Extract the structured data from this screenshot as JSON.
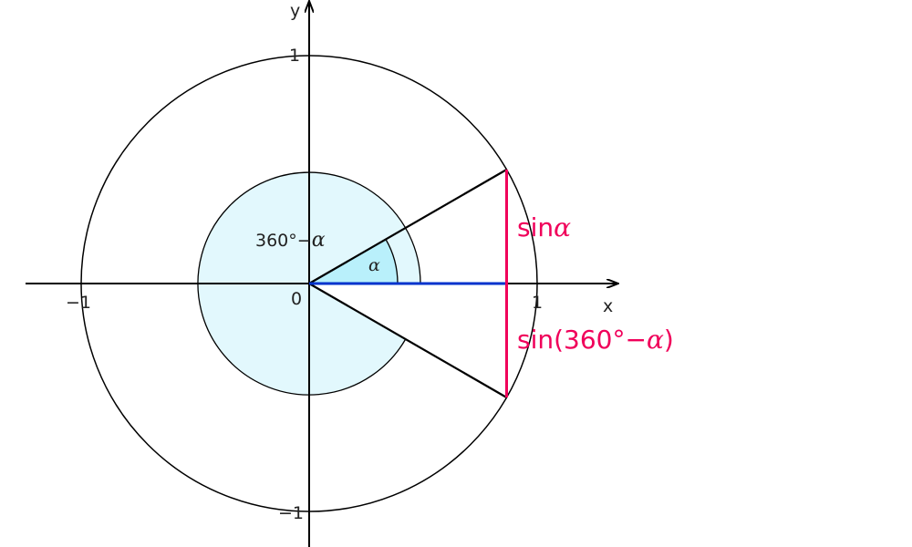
{
  "axes": {
    "x_label": "x",
    "y_label": "y",
    "origin_label": "0",
    "x_ticks": [
      "−1",
      "1"
    ],
    "y_ticks": [
      "1",
      "−1"
    ]
  },
  "angles": {
    "alpha": "α",
    "reflex_prefix": "360°−",
    "reflex_alpha": "α",
    "alpha_degrees": 30
  },
  "labels": {
    "sin_prefix": "sin",
    "sin_alpha": "α",
    "sin_reflex_prefix": "sin(360°−",
    "sin_reflex_alpha": "α",
    "sin_reflex_suffix": ")"
  },
  "colors": {
    "pale_fill": "#e2f8fd",
    "alpha_fill": "#b9f0fb",
    "sine": "#f0005a",
    "cosine": "#0033cc"
  }
}
